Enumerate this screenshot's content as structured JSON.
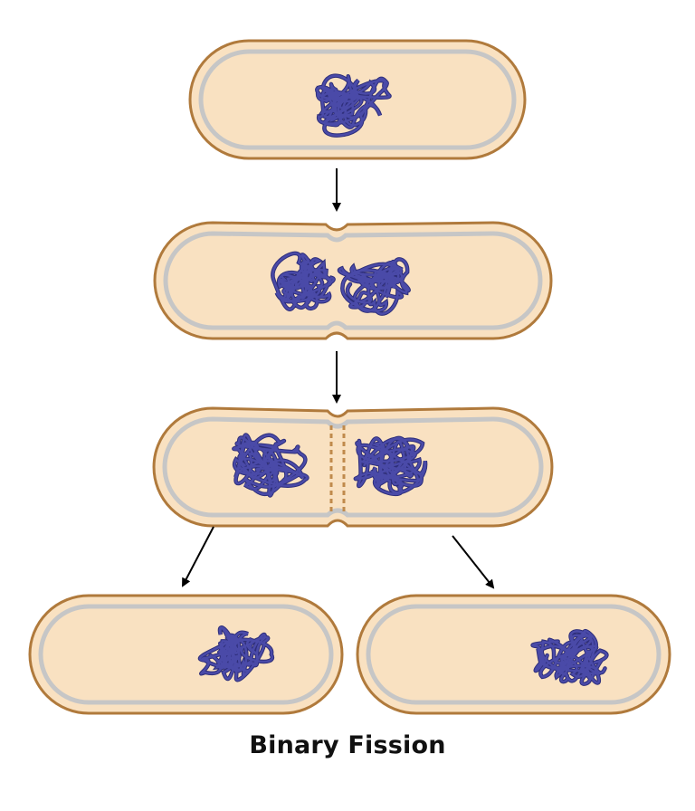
{
  "caption": "Binary Fission",
  "colors": {
    "cell_wall": "#b07a3c",
    "cell_fill": "#f9e1c1",
    "membrane": "#c6c6c6",
    "dna": "#4a4aa8",
    "arrow": "#000000",
    "background": "#ffffff"
  },
  "stages": [
    {
      "name": "single-cell",
      "nucleoids": 1
    },
    {
      "name": "replicating-cell",
      "nucleoids": 2
    },
    {
      "name": "dividing-cell",
      "nucleoids": 2,
      "septum": true
    },
    {
      "name": "daughter-cell-left",
      "nucleoids": 1
    },
    {
      "name": "daughter-cell-right",
      "nucleoids": 1
    }
  ],
  "icons": [
    "down-arrow-icon",
    "diagonal-arrow-icon"
  ]
}
